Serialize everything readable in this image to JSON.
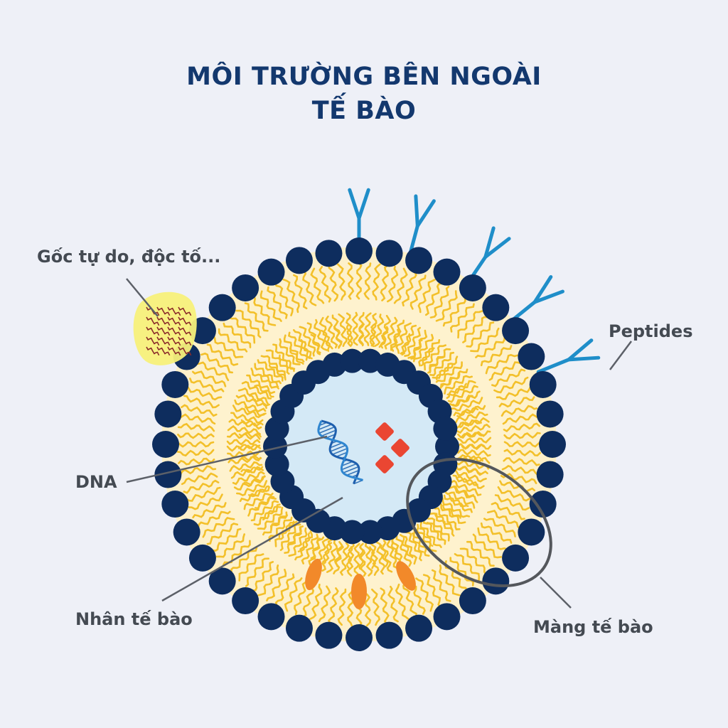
{
  "title": {
    "line1": "MÔI TRƯỜNG BÊN NGOÀI",
    "line2": "TẾ BÀO"
  },
  "labels": {
    "radicals": "Gốc tự do, độc tố...",
    "peptides": "Peptides",
    "dna": "DNA",
    "nucleus": "Nhân tế bào",
    "membrane": "Màng tế bào"
  },
  "colors": {
    "background": "#eef0f7",
    "title": "#13386e",
    "label": "#444a52",
    "phospholipid_head": "#0e2d5e",
    "lipid_tail": "#f3c02a",
    "nucleus_fill": "#d4e9f6",
    "peptide": "#1f8ec9",
    "toxin_blob": "#f7f07a",
    "organelle": "#f2892a",
    "crystal": "#ea4632",
    "leader_line": "#5c6068"
  }
}
